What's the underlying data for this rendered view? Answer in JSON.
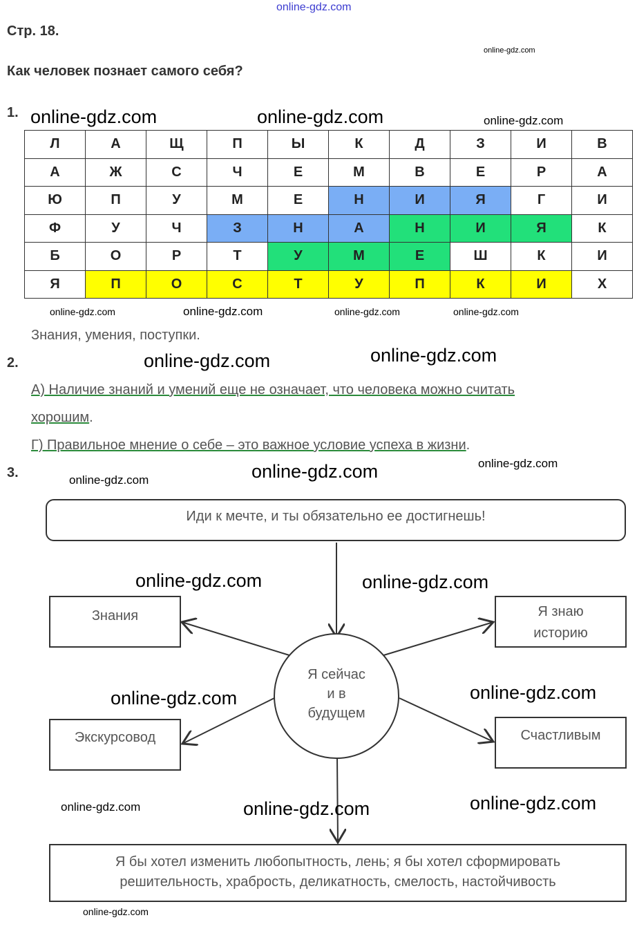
{
  "header": {
    "page": "Стр. 18.",
    "title": "Как человек познает самого себя?",
    "site": "online-gdz.com"
  },
  "task1": {
    "number": "1.",
    "grid": [
      [
        "Л",
        "А",
        "Щ",
        "П",
        "Ы",
        "К",
        "Д",
        "З",
        "И",
        "В"
      ],
      [
        "А",
        "Ж",
        "С",
        "Ч",
        "Е",
        "М",
        "В",
        "Е",
        "Р",
        "А"
      ],
      [
        "Ю",
        "П",
        "У",
        "М",
        "Е",
        "Н",
        "И",
        "Я",
        "Г",
        "И"
      ],
      [
        "Ф",
        "У",
        "Ч",
        "З",
        "Н",
        "А",
        "Н",
        "И",
        "Я",
        "К"
      ],
      [
        "Б",
        "О",
        "Р",
        "Т",
        "У",
        "М",
        "Е",
        "Ш",
        "К",
        "И"
      ],
      [
        "Я",
        "П",
        "О",
        "С",
        "Т",
        "У",
        "П",
        "К",
        "И",
        "Х"
      ]
    ],
    "highlight": [
      [
        "",
        "",
        "",
        "",
        "",
        "",
        "",
        "",
        "",
        ""
      ],
      [
        "",
        "",
        "",
        "",
        "",
        "",
        "",
        "",
        "",
        ""
      ],
      [
        "",
        "",
        "",
        "",
        "",
        "b",
        "b",
        "b",
        "",
        ""
      ],
      [
        "",
        "",
        "",
        "b",
        "b",
        "b",
        "g",
        "g",
        "g",
        ""
      ],
      [
        "",
        "",
        "",
        "",
        "g",
        "g",
        "g",
        "",
        "",
        ""
      ],
      [
        "",
        "y",
        "y",
        "y",
        "y",
        "y",
        "y",
        "y",
        "y",
        ""
      ]
    ],
    "colors": {
      "b": "#7aaef5",
      "g": "#22e07a",
      "y": "#ffff00"
    },
    "answer": "Знания, умения, поступки."
  },
  "task2": {
    "number": "2.",
    "line1": "А) Наличие знаний и умений еще не означает, что человека можно считать",
    "line2": "хорошим",
    "line2_end": ".",
    "line3": "Г) Правильное мнение о себе – это важное условие успеха в жизни",
    "line3_end": "."
  },
  "task3": {
    "number": "3.",
    "top": "Иди к мечте, и ты обязательно ее достигнешь!",
    "center": [
      "Я сейчас",
      "и в",
      "будущем"
    ],
    "left_top": "Знания",
    "right_top": [
      "Я знаю",
      "историю"
    ],
    "left_bottom": "Экскурсовод",
    "right_bottom": "Счастливым",
    "bottom": [
      "Я бы хотел изменить любопытность, лень; я бы хотел сформировать",
      "решительность, храбрость, деликатность, смелость, настойчивость"
    ]
  },
  "watermarks": [
    "online-gdz.com"
  ]
}
